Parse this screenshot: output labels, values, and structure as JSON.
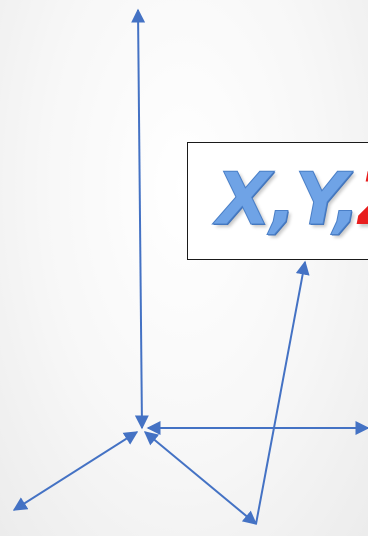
{
  "label": {
    "x": "X",
    "sep1": ",",
    "y": "Y",
    "sep2": ",",
    "z": "Z"
  },
  "colors": {
    "axis": "#4472c4",
    "label_blue": "#6fa3e6",
    "label_red": "#e81e1e",
    "box_border": "#1a1a1a"
  }
}
